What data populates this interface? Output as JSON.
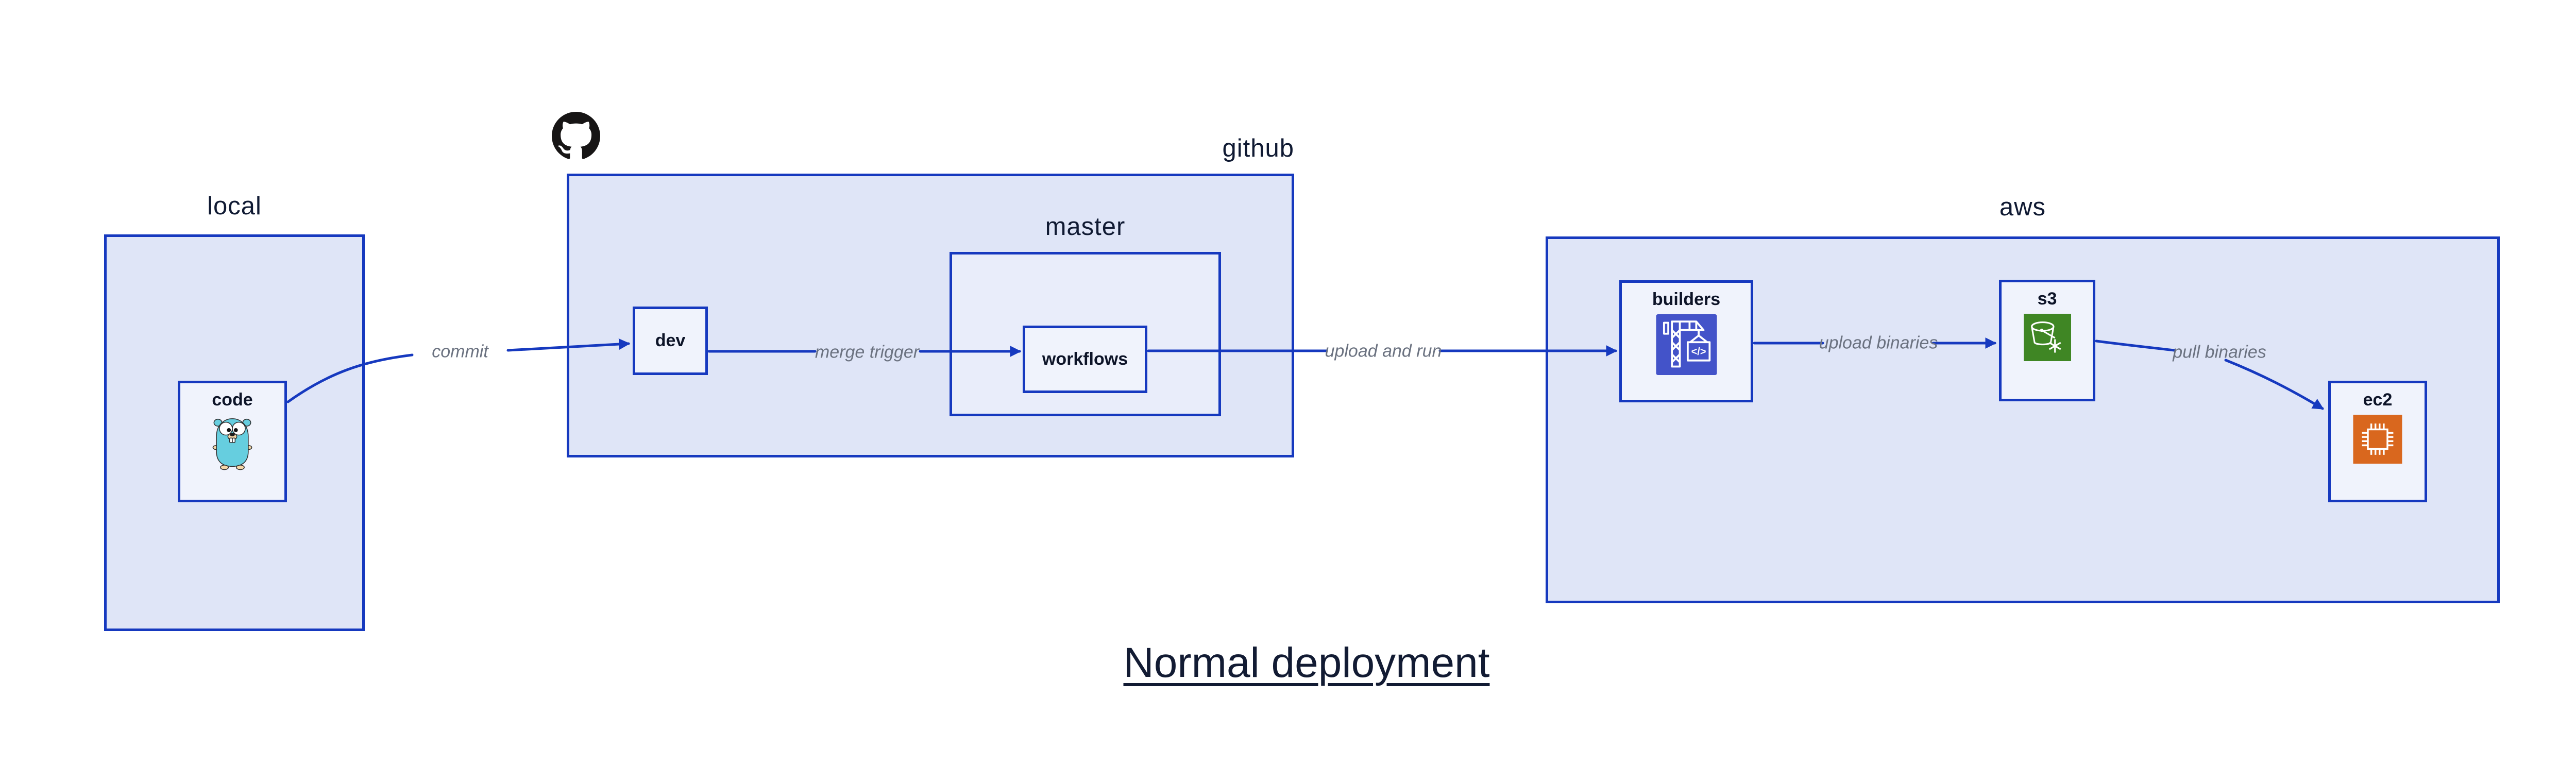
{
  "title": {
    "text": "Normal deployment"
  },
  "groups": {
    "local": {
      "label": "local"
    },
    "github": {
      "label": "github"
    },
    "master": {
      "label": "master"
    },
    "aws": {
      "label": "aws"
    }
  },
  "nodes": {
    "code": {
      "label": "code"
    },
    "dev": {
      "label": "dev"
    },
    "workflows": {
      "label": "workflows"
    },
    "builders": {
      "label": "builders"
    },
    "s3": {
      "label": "s3"
    },
    "ec2": {
      "label": "ec2"
    }
  },
  "edges": {
    "commit": {
      "label": "commit"
    },
    "merge_trigger": {
      "label": "merge trigger"
    },
    "upload_and_run": {
      "label": "upload and run"
    },
    "upload_binaries": {
      "label": "upload binaries"
    },
    "pull_binaries": {
      "label": "pull binaries"
    }
  },
  "icons": {
    "codebuild": {
      "name": "codebuild-crane-icon",
      "color": "#4353C9",
      "glyph": "</>"
    },
    "s3_bucket": {
      "name": "s3-glacier-bucket-icon",
      "color": "#3F8624"
    },
    "ec2_chip": {
      "name": "ec2-chip-icon",
      "color": "#D9671E"
    },
    "gopher": {
      "name": "go-gopher-icon",
      "color": "#66CEDF"
    },
    "github": {
      "name": "github-octocat-icon",
      "color": "#171515"
    }
  },
  "colors": {
    "arrow": "#1639BF",
    "box_border": "#1639BF",
    "group_fill": "#DFE5F7",
    "master_fill": "#E9EDFA",
    "node_fill": "#F0F3FC",
    "edge_label_gray": "#6B7280",
    "label_navy": "#101A33"
  }
}
